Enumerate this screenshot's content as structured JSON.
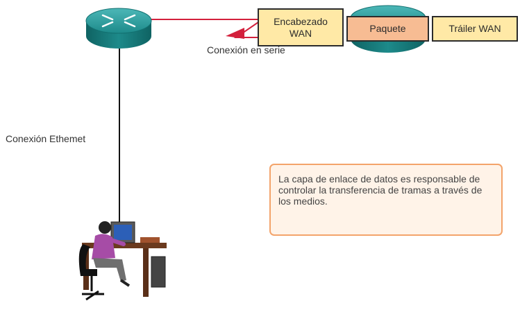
{
  "labels": {
    "serial_connection": "Conexión en serie",
    "ethernet_connection": "Conexión Ethemet"
  },
  "frame": {
    "header_line1": "Encabezado",
    "header_line2": "WAN",
    "packet": "Paquete",
    "trailer": "Tráiler WAN"
  },
  "note": {
    "text": "La capa de enlace de datos es responsable de controlar la transferencia de tramas a través de los medios."
  },
  "colors": {
    "router": "#1d8a8a",
    "serial_link": "#d3203c",
    "ethernet_link": "#111111",
    "frame_header_trailer": "#ffe9a6",
    "frame_packet": "#f7bc93",
    "note_border": "#f3a36a",
    "note_fill": "#fff3e8"
  },
  "icons": [
    "router-icon",
    "serial-link-zigzag-icon",
    "user-workstation-icon"
  ]
}
